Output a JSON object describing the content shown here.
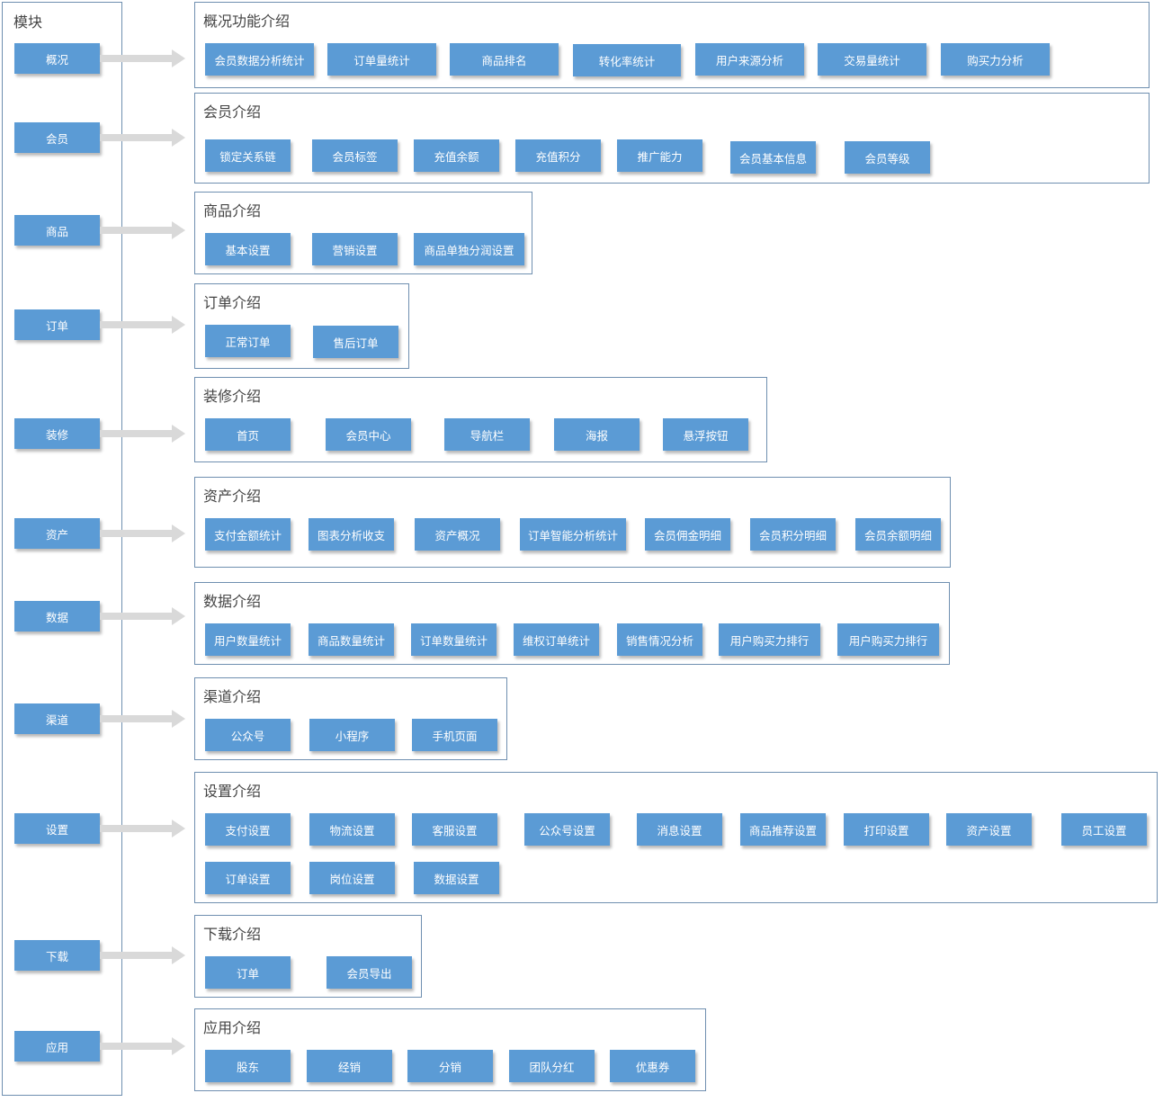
{
  "modules_title": "模块",
  "modules": [
    {
      "label": "概况",
      "title": "概况功能介绍",
      "items": [
        "会员数据分析统计",
        "订单量统计",
        "商品排名",
        "转化率统计",
        "用户来源分析",
        "交易量统计",
        "购买力分析"
      ]
    },
    {
      "label": "会员",
      "title": "会员介绍",
      "items": [
        "锁定关系链",
        "会员标签",
        "充值余额",
        "充值积分",
        "推广能力",
        "会员基本信息",
        "会员等级"
      ]
    },
    {
      "label": "商品",
      "title": "商品介绍",
      "items": [
        "基本设置",
        "营销设置",
        "商品单独分润设置"
      ]
    },
    {
      "label": "订单",
      "title": "订单介绍",
      "items": [
        "正常订单",
        "售后订单"
      ]
    },
    {
      "label": "装修",
      "title": "装修介绍",
      "items": [
        "首页",
        "会员中心",
        "导航栏",
        "海报",
        "悬浮按钮"
      ]
    },
    {
      "label": "资产",
      "title": "资产介绍",
      "items": [
        "支付金额统计",
        "图表分析收支",
        "资产概况",
        "订单智能分析统计",
        "会员佣金明细",
        "会员积分明细",
        "会员余额明细"
      ]
    },
    {
      "label": "数据",
      "title": "数据介绍",
      "items": [
        "用户数量统计",
        "商品数量统计",
        "订单数量统计",
        "维权订单统计",
        "销售情况分析",
        "用户购买力排行",
        "用户购买力排行"
      ]
    },
    {
      "label": "渠道",
      "title": "渠道介绍",
      "items": [
        "公众号",
        "小程序",
        "手机页面"
      ]
    },
    {
      "label": "设置",
      "title": "设置介绍",
      "items": [
        "支付设置",
        "物流设置",
        "客服设置",
        "公众号设置",
        "消息设置",
        "商品推荐设置",
        "打印设置",
        "资产设置",
        "员工设置",
        "订单设置",
        "岗位设置",
        "数据设置"
      ]
    },
    {
      "label": "下载",
      "title": "下载介绍",
      "items": [
        "订单",
        "会员导出"
      ]
    },
    {
      "label": "应用",
      "title": "应用介绍",
      "items": [
        "股东",
        "经销",
        "分销",
        "团队分红",
        "优惠券"
      ]
    }
  ],
  "colors": {
    "button": "#5b9bd5",
    "border": "#6f8fb0",
    "arrow": "#d9d9d9"
  }
}
